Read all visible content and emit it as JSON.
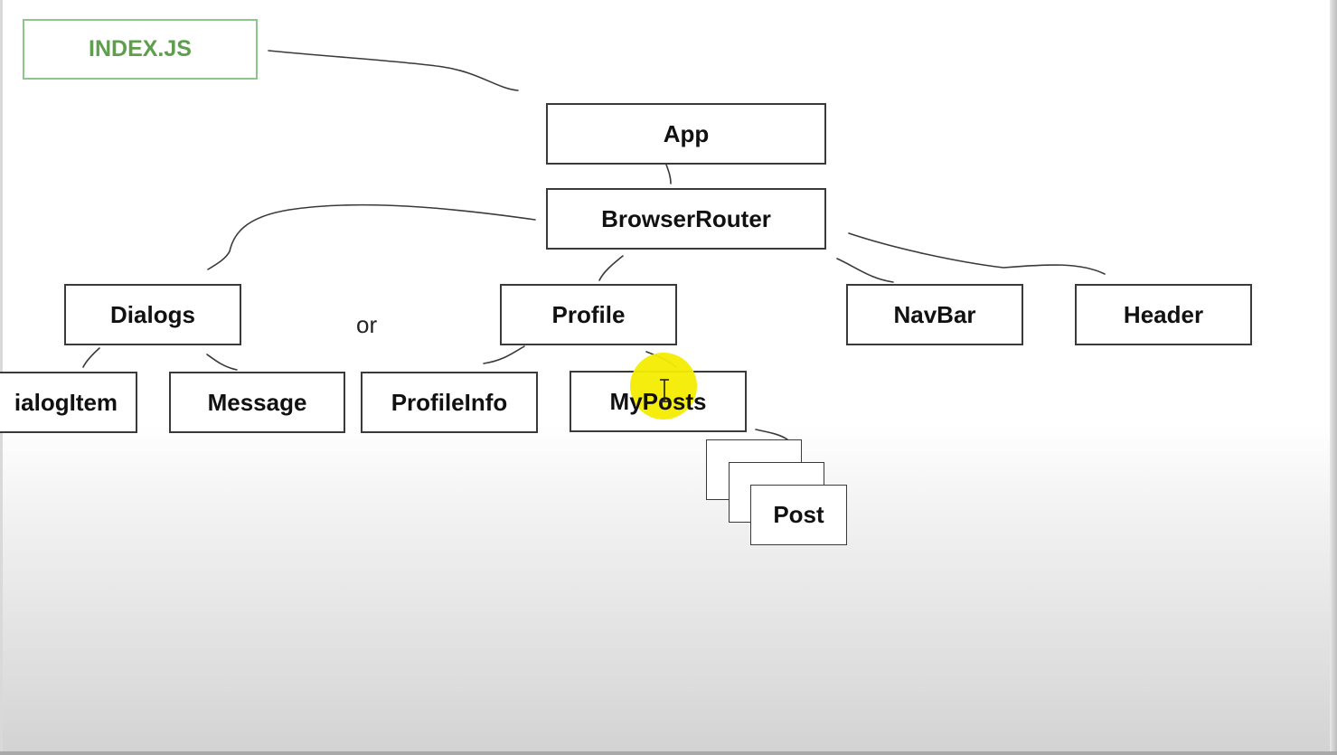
{
  "nodes": {
    "index": "INDEX.JS",
    "app": "App",
    "browser_router": "BrowserRouter",
    "dialogs": "Dialogs",
    "or_text": "or",
    "profile": "Profile",
    "navbar": "NavBar",
    "header": "Header",
    "dialog_item": "ialogItem",
    "message": "Message",
    "profile_info": "ProfileInfo",
    "my_posts": "MyPosts",
    "post": "Post"
  },
  "colors": {
    "index_border": "#8cc68c",
    "index_text": "#5e9e4c",
    "box_border": "#3a3a3a",
    "cursor_highlight": "#f3ec00"
  },
  "icons": {
    "cursor": "text-cursor-icon"
  }
}
